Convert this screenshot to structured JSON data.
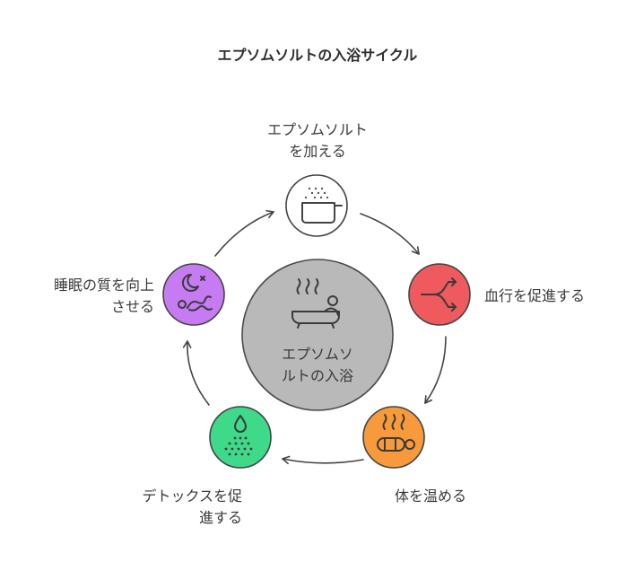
{
  "title": "エプソムソルトの入浴サイクル",
  "center": {
    "line1": "エプソムソ",
    "line2": "ルトの入浴"
  },
  "steps": [
    {
      "lines": [
        "エプソムソルト",
        "を加える"
      ],
      "color": "#ffffff",
      "icon": "measuring-cup-icon"
    },
    {
      "lines": [
        "血行を促進する"
      ],
      "color": "#ef5a5e",
      "icon": "branch-arrows-icon"
    },
    {
      "lines": [
        "体を温める"
      ],
      "color": "#f79a3b",
      "icon": "warm-body-icon"
    },
    {
      "lines": [
        "デトックスを促",
        "進する"
      ],
      "color": "#3fd98a",
      "icon": "water-drop-icon"
    },
    {
      "lines": [
        "睡眠の質を向上",
        "させる"
      ],
      "color": "#c77bf2",
      "icon": "moon-sleep-icon"
    }
  ]
}
